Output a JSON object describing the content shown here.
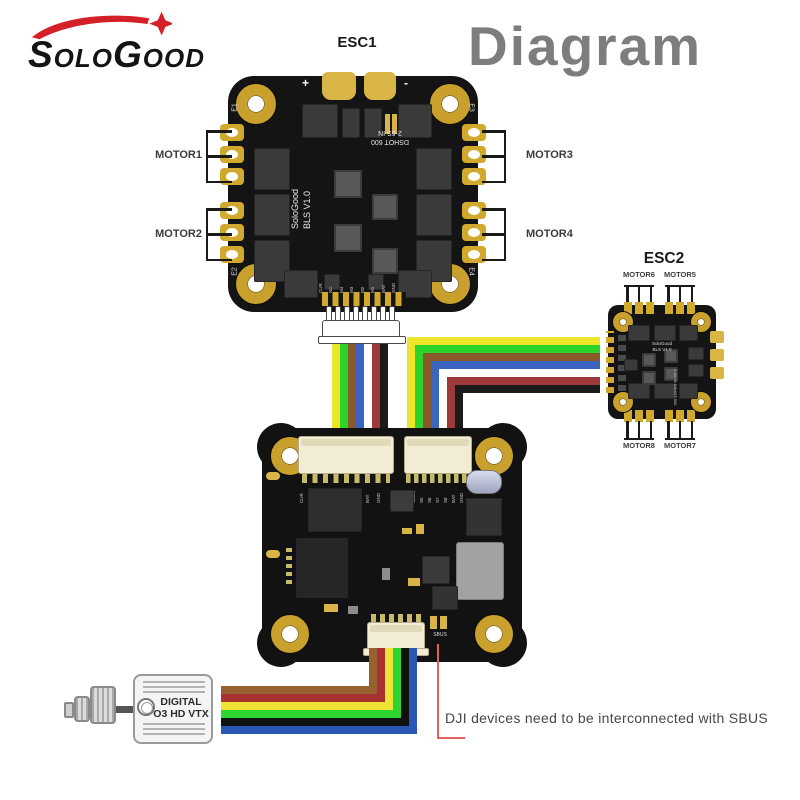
{
  "header": {
    "brand": "SoloGood",
    "title": "Diagram"
  },
  "esc1": {
    "label": "ESC1",
    "plus": "+",
    "minus": "-",
    "corners": [
      "E1",
      "E3",
      "E2",
      "E4"
    ],
    "silk_name": "SoloGood",
    "silk_ver": "BLS V1.0",
    "silk_dshot": "DSHOT 600",
    "silk_input": "2-6S IN",
    "pin_labels": [
      "CUR",
      "NC",
      "M4",
      "M3",
      "M2",
      "M1",
      "BAT",
      "GND"
    ],
    "motor_left": [
      "MOTOR1",
      "MOTOR2"
    ],
    "motor_right": [
      "MOTOR3",
      "MOTOR4"
    ]
  },
  "esc2": {
    "label": "ESC2",
    "silk_name": "SoloGood",
    "silk_ver": "BLS V1.0",
    "silk_dshot": "2-6S IN  DSHOT 600",
    "motor_top": [
      "MOTOR6",
      "MOTOR5"
    ],
    "motor_bottom": [
      "MOTOR8",
      "MOTOR7"
    ]
  },
  "fc": {
    "sbus": "SBUS",
    "conn_left_pins": [
      "CUR",
      "SBUS",
      "S1",
      "S2",
      "S3",
      "S4",
      "BAT",
      "GND"
    ],
    "conn_right_pins": [
      "CUR",
      "SBUS",
      "S5",
      "S6",
      "S7",
      "S8",
      "BAT",
      "GND"
    ]
  },
  "vtx": {
    "line1": "DIGITAL",
    "line2": "O3 HD VTX"
  },
  "note": {
    "text": "DJI devices need to be interconnected with SBUS"
  },
  "cables": {
    "wire7": [
      "#eee428",
      "#2bd32b",
      "#8a5a2b",
      "#3a66c2",
      "#ffffff",
      "#9e3939",
      "#1b1b1b"
    ],
    "wire6": [
      "#96602f",
      "#a83232",
      "#efe435",
      "#2ed52e",
      "#111111",
      "#2b57b5"
    ],
    "note_line": "#e06060"
  },
  "colors": {
    "brand_red": "#d42027",
    "title_gray": "#7d7d7d",
    "gold": "#d2a92f",
    "board_black": "#141414"
  }
}
